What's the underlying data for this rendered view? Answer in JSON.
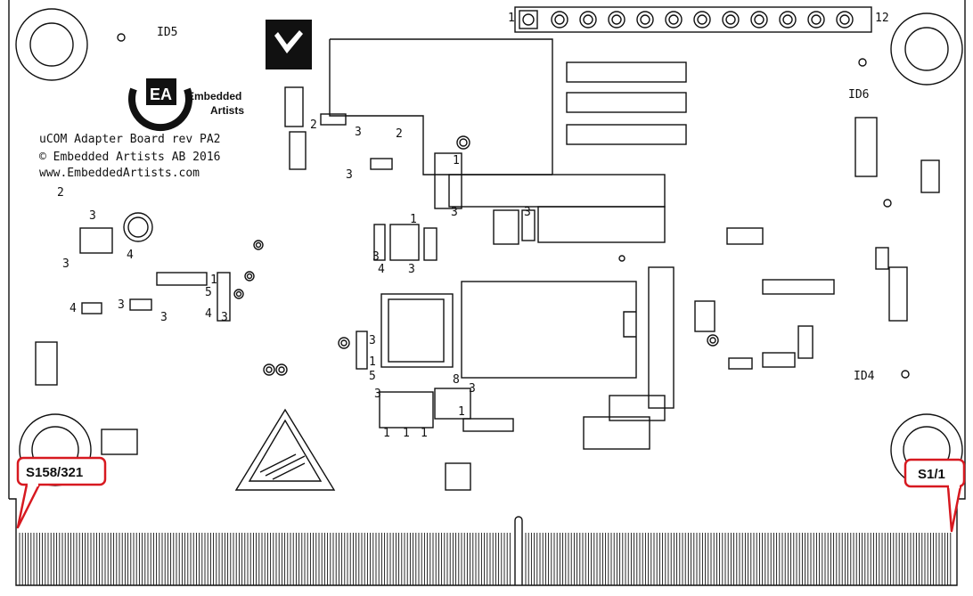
{
  "board": {
    "lines": [
      "uCOM Adapter Board rev PA2",
      "© Embedded Artists AB 2016",
      "www.EmbeddedArtists.com"
    ],
    "logo": [
      "Embedded",
      "Artists"
    ],
    "ids": {
      "id5": "ID5",
      "id6": "ID6",
      "id4": "ID4"
    },
    "header": {
      "pin_first": "1",
      "pin_last": "12"
    }
  },
  "callouts": {
    "left": "S158/321",
    "right": "S1/1"
  },
  "pin_labels": {
    "n1": "1",
    "n2": "2",
    "n3": "3",
    "n4": "4",
    "n5": "5",
    "n8": "8"
  },
  "colors": {
    "callout_border": "#d71920",
    "ink": "#111111"
  }
}
